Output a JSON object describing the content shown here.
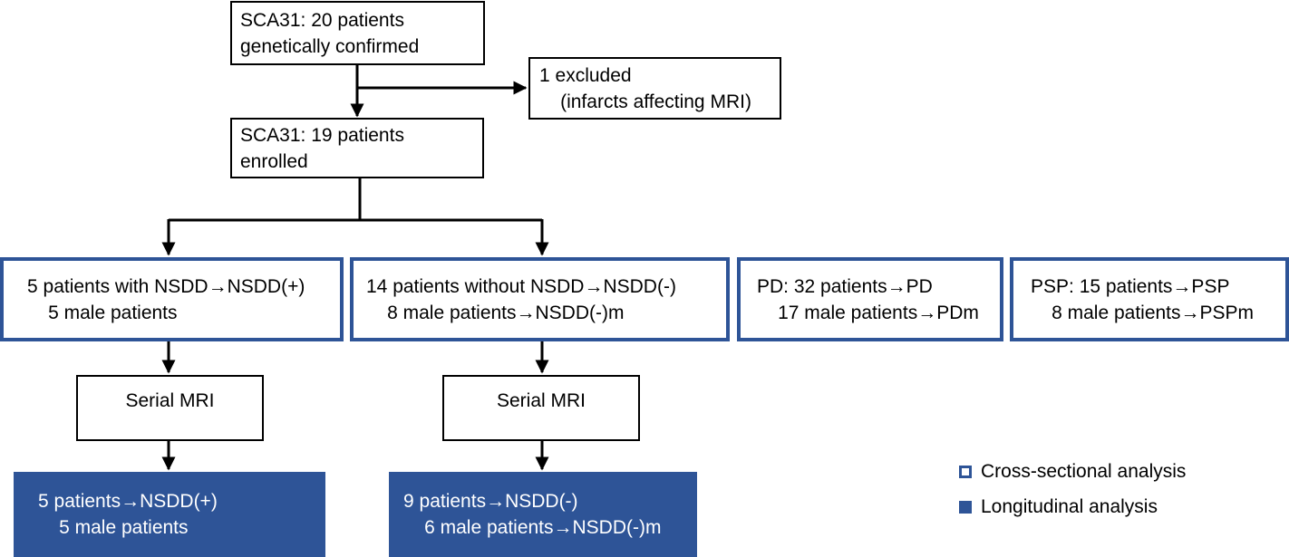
{
  "boxes": {
    "top": {
      "line1": "SCA31: 20 patients",
      "line2": "genetically confirmed"
    },
    "excluded": {
      "line1": "1 excluded",
      "line2": "(infarcts affecting MRI)"
    },
    "enrolled": {
      "line1": "SCA31: 19 patients",
      "line2": "enrolled"
    },
    "nsdd_pos": {
      "line1": "5 patients with NSDD→NSDD(+)",
      "line2": "5 male patients"
    },
    "nsdd_neg": {
      "line1": "14 patients without NSDD→NSDD(-)",
      "line2": "8 male patients→NSDD(-)m"
    },
    "pd": {
      "line1": "PD: 32 patients→PD",
      "line2": "17 male patients→PDm"
    },
    "psp": {
      "line1": "PSP: 15 patients→PSP",
      "line2": "8 male patients→PSPm"
    },
    "serial_left": {
      "label": "Serial MRI"
    },
    "serial_right": {
      "label": "Serial MRI"
    },
    "long_pos": {
      "line1": "5 patients→NSDD(+)",
      "line2": "5 male patients"
    },
    "long_neg": {
      "line1": "9 patients→NSDD(-)",
      "line2": "6 male patients→NSDD(-)m"
    }
  },
  "legend": {
    "cross_sectional": "Cross-sectional analysis",
    "longitudinal": "Longitudinal analysis"
  },
  "colors": {
    "accent": "#2e5497",
    "line": "#000000"
  }
}
